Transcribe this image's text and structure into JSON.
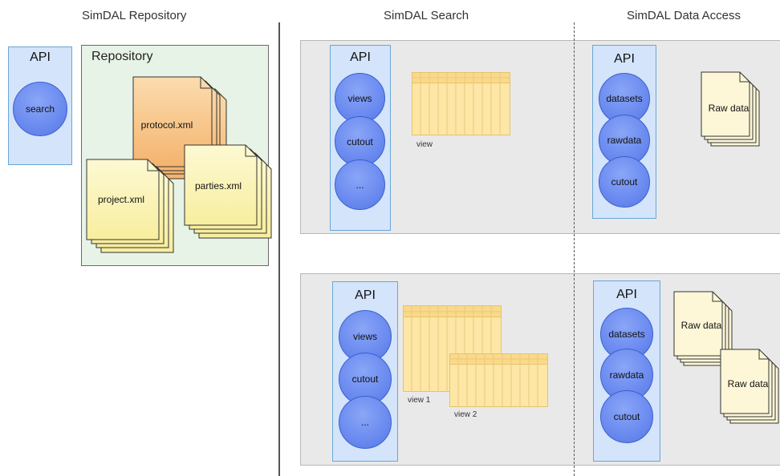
{
  "headings": {
    "repository": "SimDAL Repository",
    "search": "SimDAL Search",
    "data_access": "SimDAL Data Access"
  },
  "repository_section": {
    "api": {
      "label": "API",
      "endpoints": [
        "search"
      ]
    },
    "repository": {
      "label": "Repository",
      "documents": [
        "protocol.xml",
        "project.xml",
        "parties.xml"
      ]
    }
  },
  "search_rows": [
    {
      "api_label": "API",
      "endpoints": [
        "views",
        "cutout",
        "..."
      ],
      "views": [
        "view"
      ]
    },
    {
      "api_label": "API",
      "endpoints": [
        "views",
        "cutout",
        "..."
      ],
      "views": [
        "view 1",
        "view 2"
      ]
    }
  ],
  "access_rows": [
    {
      "api_label": "API",
      "endpoints": [
        "datasets",
        "rawdata",
        "cutout"
      ],
      "files": [
        "Raw data"
      ]
    },
    {
      "api_label": "API",
      "endpoints": [
        "datasets",
        "rawdata",
        "cutout"
      ],
      "files": [
        "Raw data",
        "Raw data"
      ]
    }
  ],
  "colors": {
    "api_fill": "#d3e4fb",
    "api_border": "#6aa6d6",
    "endpoint_fill": "#6c8cf0",
    "repository_fill": "#e7f3e6",
    "panel_fill": "#e9e9e9",
    "protocol_doc": "#f7c98b",
    "yellow_doc": "#fbf6c2",
    "raw_doc": "#fdf7d8",
    "table_fill": "#fde6a6"
  }
}
